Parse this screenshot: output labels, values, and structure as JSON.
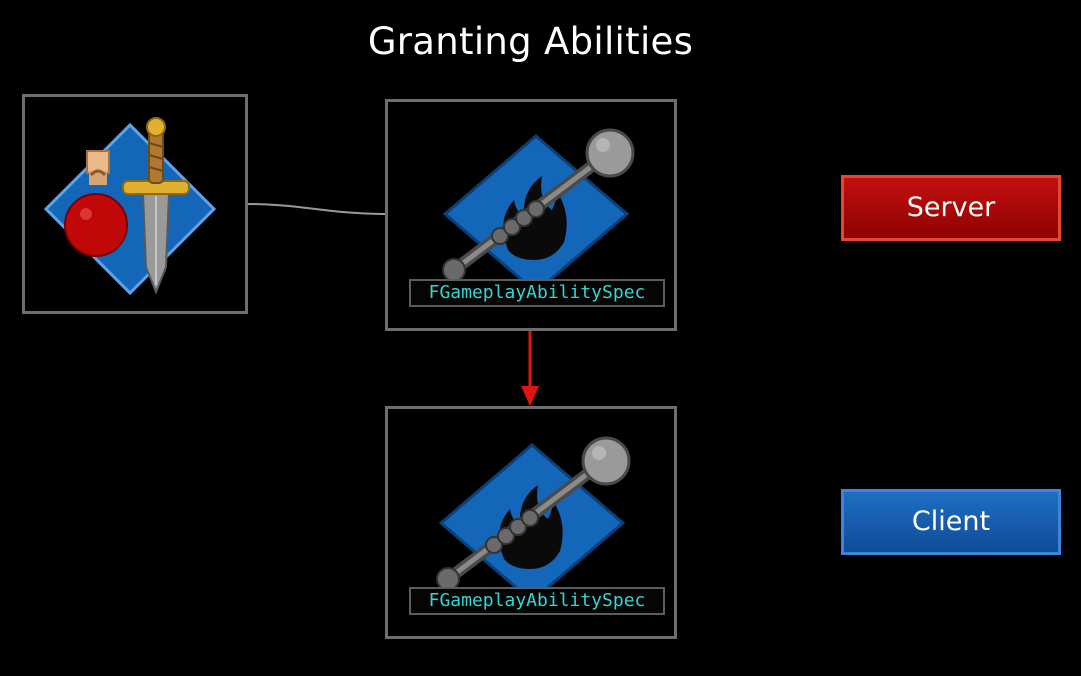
{
  "title": "Granting Abilities",
  "colors": {
    "background": "#000000",
    "card_border": "#6e6e6e",
    "diamond_blue": "#1466b8",
    "spec_label_text": "#37d4d4",
    "arrow": "#e01414",
    "server": "#b00a0a",
    "client": "#1a62b4"
  },
  "nodes": {
    "inventory": {
      "icons": [
        "potion-icon",
        "sword-icon"
      ]
    },
    "spec_server": {
      "icon": "fire-mace-icon",
      "label": "FGameplayAbilitySpec"
    },
    "spec_client": {
      "icon": "fire-mace-icon",
      "label": "FGameplayAbilitySpec"
    }
  },
  "roles": {
    "server": "Server",
    "client": "Client"
  },
  "connections": [
    {
      "from": "inventory",
      "to": "spec_server",
      "style": "line"
    },
    {
      "from": "spec_server",
      "to": "spec_client",
      "style": "arrow"
    }
  ]
}
